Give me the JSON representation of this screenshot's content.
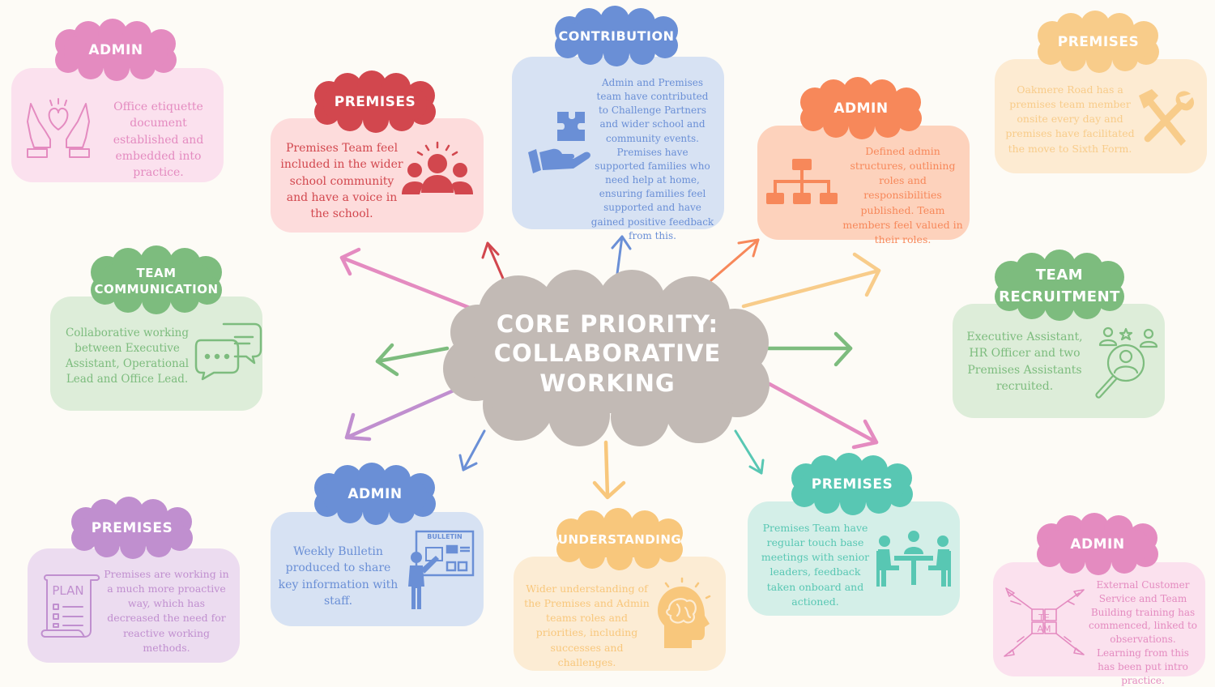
{
  "center": {
    "line1": "CORE PRIORITY:",
    "line2": "COLLABORATIVE WORKING"
  },
  "nodes": {
    "admin_etiquette": {
      "title": "ADMIN",
      "text": "Office etiquette document established and embedded into practice."
    },
    "premises_community": {
      "title": "PREMISES",
      "text": "Premises Team feel included in the wider school community and have a voice in the school."
    },
    "contribution": {
      "title": "CONTRIBUTION",
      "text": "Admin and Premises team have contributed to Challenge Partners and wider school and community events. Premises have supported families who need help at home, ensuring families feel supported and have gained positive feedback from this."
    },
    "admin_structures": {
      "title": "ADMIN",
      "text": "Defined admin structures, outlining roles and responsibilities published. Team members feel valued in their roles."
    },
    "premises_oakmere": {
      "title": "PREMISES",
      "text": "Oakmere Road has a premises team member onsite every day and premises have facilitated the move to Sixth Form."
    },
    "team_communication": {
      "title_line1": "TEAM",
      "title_line2": "COMMUNICATION",
      "text": "Collaborative working between Executive Assistant, Operational Lead and Office Lead."
    },
    "team_recruitment": {
      "title_line1": "TEAM",
      "title_line2": "RECRUITMENT",
      "text": "Executive Assistant, HR Officer and two Premises Assistants recruited."
    },
    "premises_proactive": {
      "title": "PREMISES",
      "text": "Premises are working in a much more proactive way, which has decreased the need for reactive working methods.",
      "icon_label": "PLAN"
    },
    "admin_bulletin": {
      "title": "ADMIN",
      "text": "Weekly Bulletin produced to share key information with staff.",
      "icon_label": "BULLETIN"
    },
    "understanding": {
      "title": "UNDERSTANDING",
      "text": "Wider understanding of the Premises and Admin teams roles and priorities, including successes and challenges."
    },
    "premises_meetings": {
      "title": "PREMISES",
      "text": "Premises Team have regular touch base meetings with senior leaders, feedback taken onboard and actioned."
    },
    "admin_training": {
      "title": "ADMIN",
      "text": "External Customer Service and Team Building training has commenced, linked to observations. Learning from this has been put intro practice.",
      "icon_label_1": "TE",
      "icon_label_2": "AM"
    }
  },
  "colors": {
    "pink": "#e48bc0",
    "pink_bg": "#fbe1ee",
    "red": "#d2474e",
    "red_bg": "#fddcdc",
    "blue": "#6a8fd6",
    "blue_bg": "#d7e2f3",
    "orange": "#f7885a",
    "orange_bg": "#fdd2bc",
    "peach": "#f8cc8a",
    "peach_bg": "#fdebd2",
    "green": "#7dbc7e",
    "green_bg": "#ddedd9",
    "purple": "#c08fcf",
    "purple_bg": "#ecdcf0",
    "teal": "#58c7b3",
    "teal_bg": "#d4efe8",
    "yellow": "#f8c77c",
    "yellow_bg": "#fcecd4",
    "center": "#c2bab5"
  }
}
